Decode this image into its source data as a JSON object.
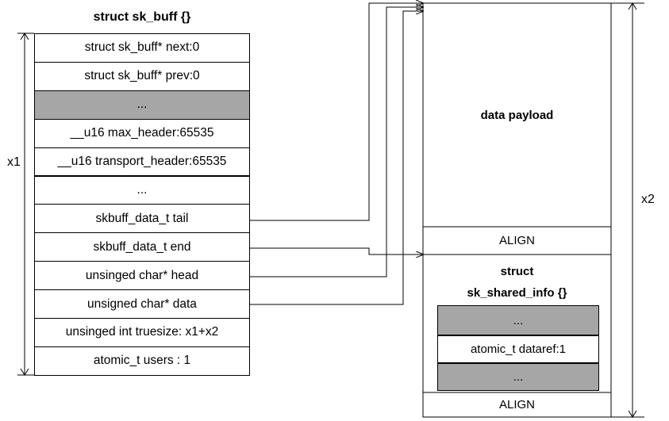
{
  "sk_buff": {
    "title": "struct sk_buff {}",
    "fields": [
      {
        "text": "struct sk_buff* next:0",
        "gray": false
      },
      {
        "text": "struct sk_buff* prev:0",
        "gray": false
      },
      {
        "text": "...",
        "gray": true
      },
      {
        "text": "__u16 max_header:65535",
        "gray": false
      },
      {
        "text": "__u16 transport_header:65535",
        "gray": false
      },
      {
        "text": "...",
        "gray": false
      },
      {
        "text": "skbuff_data_t tail",
        "gray": false
      },
      {
        "text": "skbuff_data_t end",
        "gray": false
      },
      {
        "text": "unsinged char* head",
        "gray": false
      },
      {
        "text": "unsigned char* data",
        "gray": false
      },
      {
        "text": "unsinged int truesize: x1+x2",
        "gray": false
      },
      {
        "text": "atomic_t users : 1",
        "gray": false
      }
    ]
  },
  "buffer": {
    "payload": "data payload",
    "align_top": "ALIGN",
    "shared_info_title_1": "struct",
    "shared_info_title_2": "sk_shared_info {}",
    "shared_fields": [
      {
        "text": "...",
        "gray": true
      },
      {
        "text": "atomic_t dataref:1",
        "gray": false
      },
      {
        "text": "...",
        "gray": true
      }
    ],
    "align_bottom": "ALIGN"
  },
  "dimensions": {
    "x1": "x1",
    "x2": "x2"
  },
  "colors": {
    "gray_fill": "#a6a6a6",
    "line": "#000000"
  }
}
